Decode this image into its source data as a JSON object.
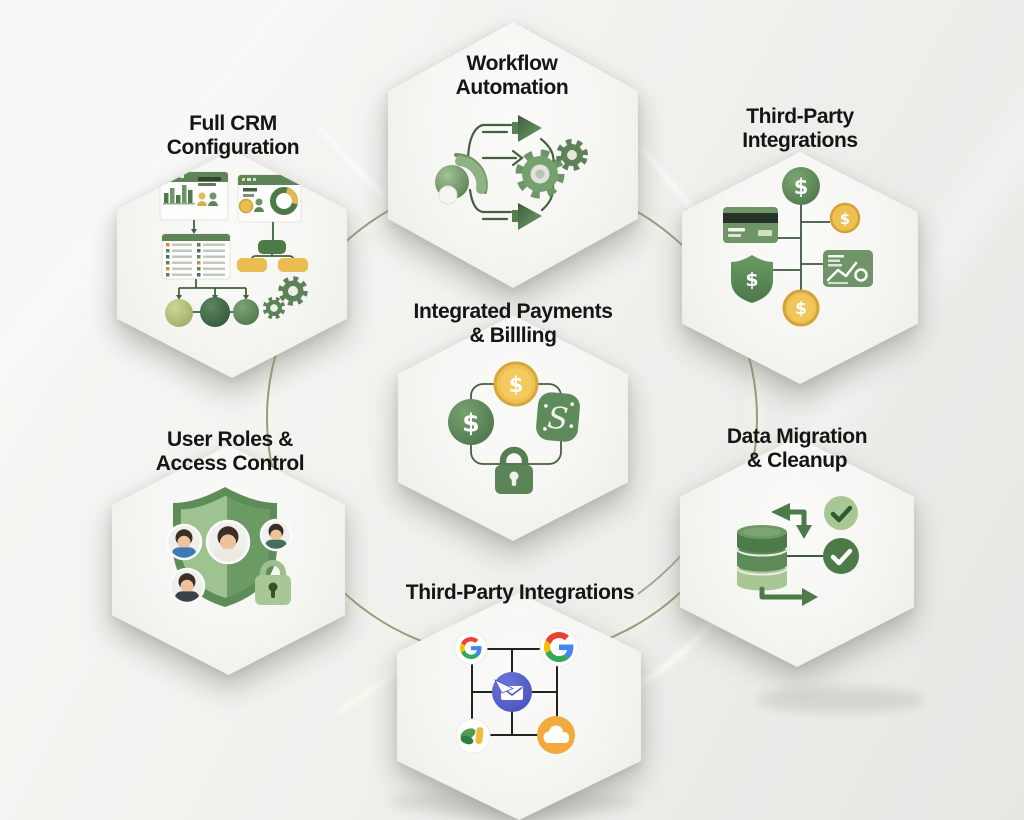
{
  "modules": [
    {
      "id": "workflow-automation",
      "label": "Workflow\nAutomation",
      "icon": "workflow-automation-icon",
      "icon_elements": [
        "signal-sphere",
        "flow-arrows",
        "gears"
      ]
    },
    {
      "id": "full-crm-configuration",
      "label": "Full CRM\nConfiguration",
      "icon": "crm-configuration-icon",
      "icon_elements": [
        "analytics-window",
        "dashboard-window",
        "checklist-window",
        "org-flowchart",
        "gears",
        "process-nodes"
      ]
    },
    {
      "id": "third-party-integrations-payments",
      "label": "Third-Party\nIntegrations",
      "icon": "payment-integrations-icon",
      "icon_elements": [
        "dollar-circle",
        "gold-coin",
        "credit-card",
        "dollar-shield",
        "gold-dollar-coin",
        "analytics-card"
      ]
    },
    {
      "id": "integrated-payments-billing",
      "label": "Integrated Payments\n& Billling",
      "icon": "payments-billing-icon",
      "icon_elements": [
        "gold-dollar-coin",
        "dollar-circle",
        "stylized-bill",
        "padlock"
      ]
    },
    {
      "id": "user-roles-access-control",
      "label": "User Roles &\nAccess Control",
      "icon": "user-roles-access-icon",
      "icon_elements": [
        "shield",
        "user-avatars",
        "padlock"
      ]
    },
    {
      "id": "data-migration-cleanup",
      "label": "Data Migration\n& Cleanup",
      "icon": "data-migration-icon",
      "icon_elements": [
        "database-cylinder",
        "transfer-arrows",
        "check-circles"
      ]
    },
    {
      "id": "third-party-integrations-apps",
      "label": "Third-Party Integrations",
      "icon": "app-integrations-icon",
      "icon_elements": [
        "google-logo",
        "google-logo-large",
        "mail-app",
        "leaf-app",
        "cloud-app"
      ]
    }
  ],
  "glyphs": {
    "dollar": "$",
    "stylized_s": "S"
  },
  "colors": {
    "text": "#151515",
    "ring_green": "#7d9b72",
    "line_green": "#44603f",
    "green_dark": "#4d7a49",
    "green": "#5e8457",
    "green_mid": "#6f9468",
    "green_light": "#a9c795",
    "gold": "#eec052",
    "gold_dark": "#d4a238",
    "indigo": "#4f5ac0",
    "amber": "#f2a93d",
    "google_blue": "#4285F4",
    "google_red": "#EA4335",
    "google_yellow": "#FBBC05",
    "google_green": "#34A853",
    "card_white": "#f7f7f4"
  }
}
